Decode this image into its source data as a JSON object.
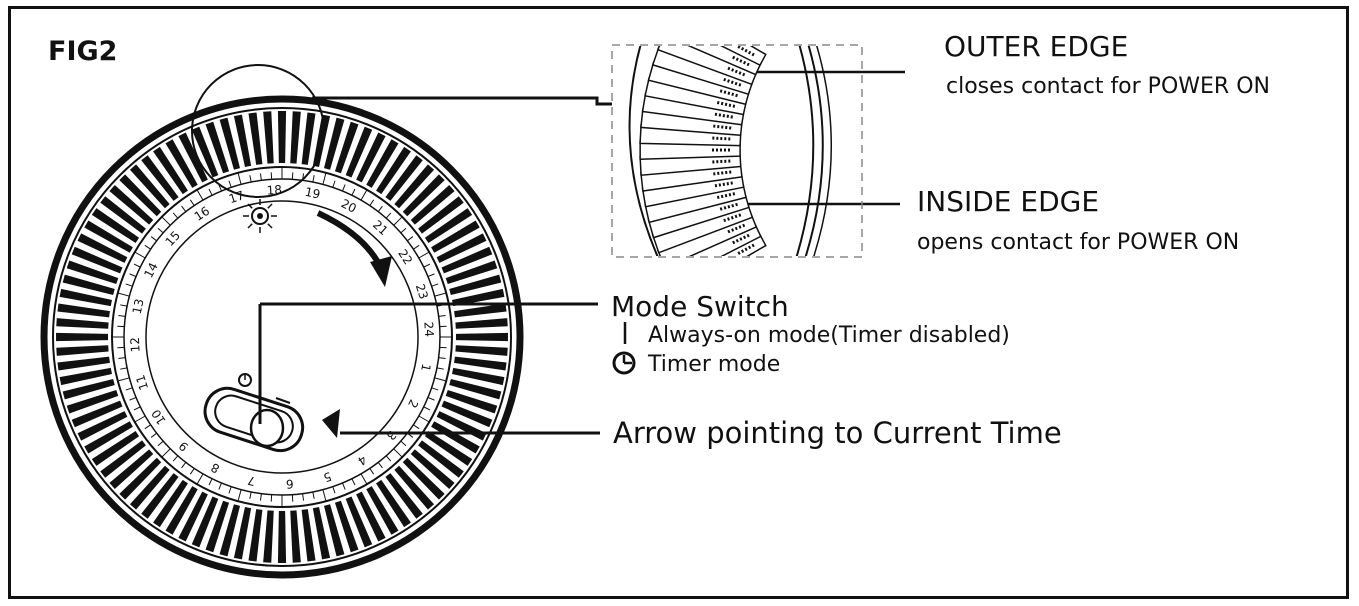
{
  "figure_label": "FIG2",
  "callouts": {
    "outer_edge": {
      "title": "OUTER EDGE",
      "description": "closes contact for POWER ON"
    },
    "inside_edge": {
      "title": "INSIDE EDGE",
      "description": "opens contact for POWER ON"
    },
    "mode_switch": {
      "title": "Mode Switch",
      "always_on": "Always-on mode(Timer disabled)",
      "timer": "Timer mode",
      "always_on_symbol": "I"
    },
    "current_time_arrow": {
      "label": "Arrow pointing to Current Time"
    }
  },
  "dial": {
    "hours": [
      "1",
      "2",
      "3",
      "4",
      "5",
      "6",
      "7",
      "8",
      "9",
      "10",
      "11",
      "12",
      "13",
      "14",
      "15",
      "16",
      "17",
      "18",
      "19",
      "20",
      "21",
      "22",
      "23",
      "24"
    ],
    "segments_count": 96
  },
  "colors": {
    "ink": "#111111",
    "background": "#ffffff",
    "guide": "#888888"
  }
}
